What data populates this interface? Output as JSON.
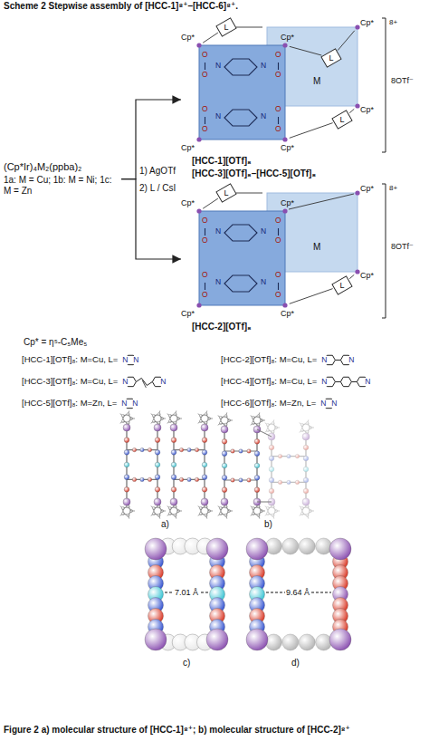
{
  "diagram": {
    "title": "Scheme 2 Stepwise assembly of [HCC-1]⁸⁺–[HCC-6]⁸⁺.",
    "caption": "Figure 2 a) molecular structure of [HCC-1]⁸⁺; b) molecular structure of [HCC-2]⁸⁺",
    "nodes": [
      {
        "text": [
          "(Cp*Ir)₄M₂(ppba)₂",
          "1a: M = Cu; 1b: M = Ni; 1c: M = Zn"
        ]
      },
      {
        "text": [
          "[HCC-1][OTf]₈",
          "[HCC-3][OTf]₈–[HCC-5][OTf]₈"
        ]
      },
      {
        "text": [
          "[HCC-2][OTf]₈"
        ]
      }
    ],
    "edges": [
      {
        "from": 0,
        "to": 1,
        "arrow": "to"
      },
      {
        "from": 0,
        "to": 2,
        "arrow": "to"
      }
    ],
    "labels": [
      "1) AgOTf",
      "2) L / CsI",
      "Cp* = η⁵-C₅Me₅",
      "[HCC-1][OTf]₈: M=Cu, L=",
      "[HCC-2][OTf]₈: M=Cu, L=",
      "[HCC-3][OTf]₈: M=Cu, L=",
      "[HCC-4][OTf]₈: M=Cu, L=",
      "[HCC-5][OTf]₈: M=Zn, L=",
      "[HCC-6][OTf]₈: M=Zn, L=",
      "N",
      "N",
      "N",
      "N",
      "N",
      "N",
      "N",
      "N",
      "N",
      "N",
      "N",
      "N",
      "a)",
      "b)",
      "c)",
      "d)",
      "7.01 Å",
      "9.64 Å",
      "Cp*",
      "Cp*",
      "Cp*",
      "Cp*",
      "Cp*",
      "Cp*",
      "O",
      "O",
      "O",
      "O",
      "O",
      "O",
      "O",
      "O",
      "N",
      "N",
      "N",
      "N",
      "M",
      "L",
      "L",
      "L",
      "8+",
      "8OTf⁻",
      "Cp*",
      "Cp*",
      "Cp*",
      "Cp*",
      "Cp*",
      "Cp*",
      "O",
      "O",
      "O",
      "O",
      "O",
      "O",
      "O",
      "O",
      "N",
      "N",
      "N",
      "N",
      "M",
      "L",
      "L",
      "8+",
      "8OTf⁻"
    ]
  }
}
